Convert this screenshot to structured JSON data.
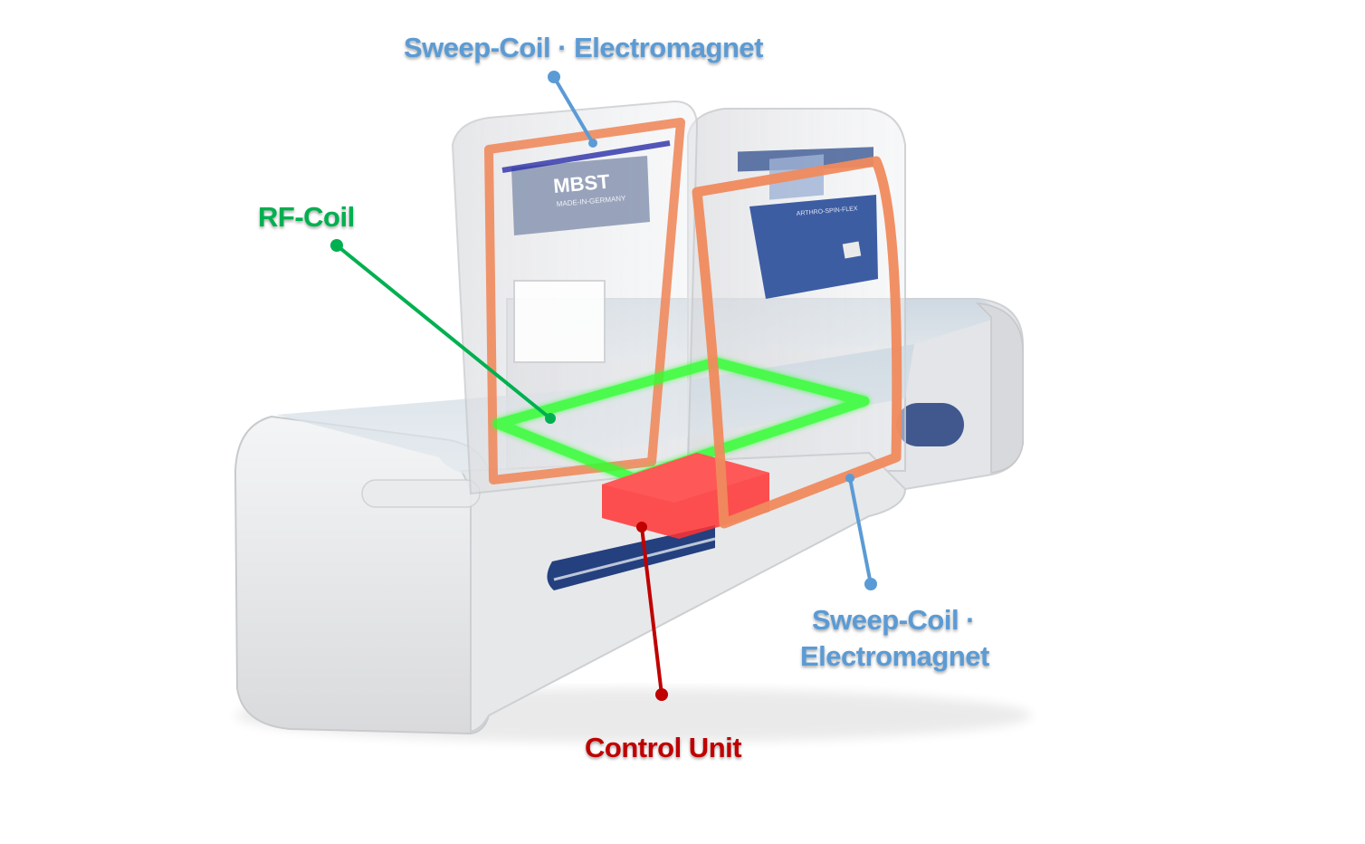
{
  "colors": {
    "sweep_coil": "#5b9bd5",
    "rf_coil": "#00b050",
    "control_unit": "#c00000",
    "coil_frame": "#f08a5d",
    "rf_loop": "#33ff33",
    "control_box": "#ff3333",
    "device_body": "#e6e7e9",
    "screen_panel": "#3d5da3"
  },
  "device": {
    "logo_text": "MBST",
    "logo_subtext": "MADE-IN-GERMANY",
    "panel_brand": "ARTHRO-SPIN-FLEX"
  },
  "labels": {
    "sweep_coil_top": "Sweep-Coil · Electromagnet",
    "rf_coil": "RF-Coil",
    "sweep_coil_right_line1": "Sweep-Coil ·",
    "sweep_coil_right_line2": "Electromagnet",
    "control_unit": "Control Unit"
  }
}
